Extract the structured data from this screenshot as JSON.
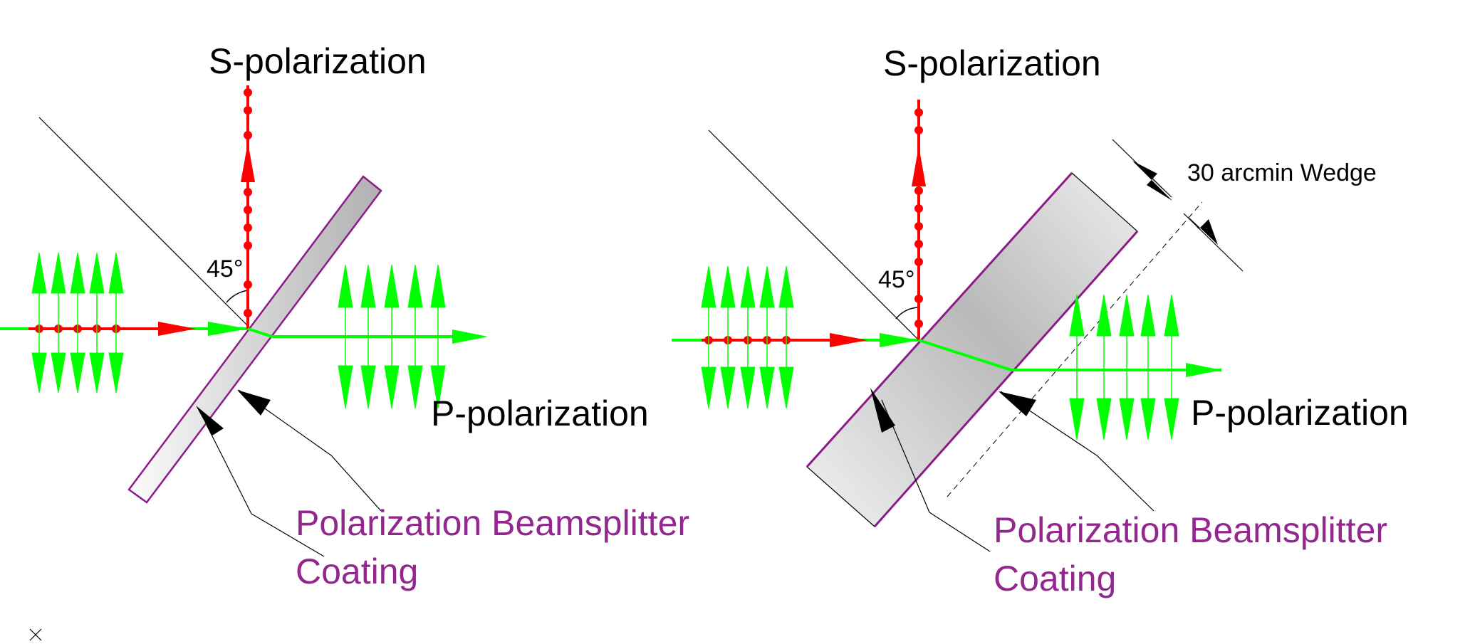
{
  "colors": {
    "s_beam": "#ff0000",
    "p_beam": "#00ff00",
    "coating": "#8b1a8b",
    "label_coating": "#93278f",
    "line": "#000000",
    "plate_fill_light": "#f4f4f4",
    "plate_fill_dark": "#b8b8b8"
  },
  "left_panel": {
    "s_label": "S-polarization",
    "p_label": "P-polarization",
    "angle_label": "45°",
    "coating_label_line1": "Polarization Beamsplitter",
    "coating_label_line2": "Coating"
  },
  "right_panel": {
    "s_label": "S-polarization",
    "p_label": "P-polarization",
    "angle_label": "45°",
    "wedge_label": "30 arcmin Wedge",
    "coating_label_line1": "Polarization Beamsplitter",
    "coating_label_line2": "Coating"
  }
}
